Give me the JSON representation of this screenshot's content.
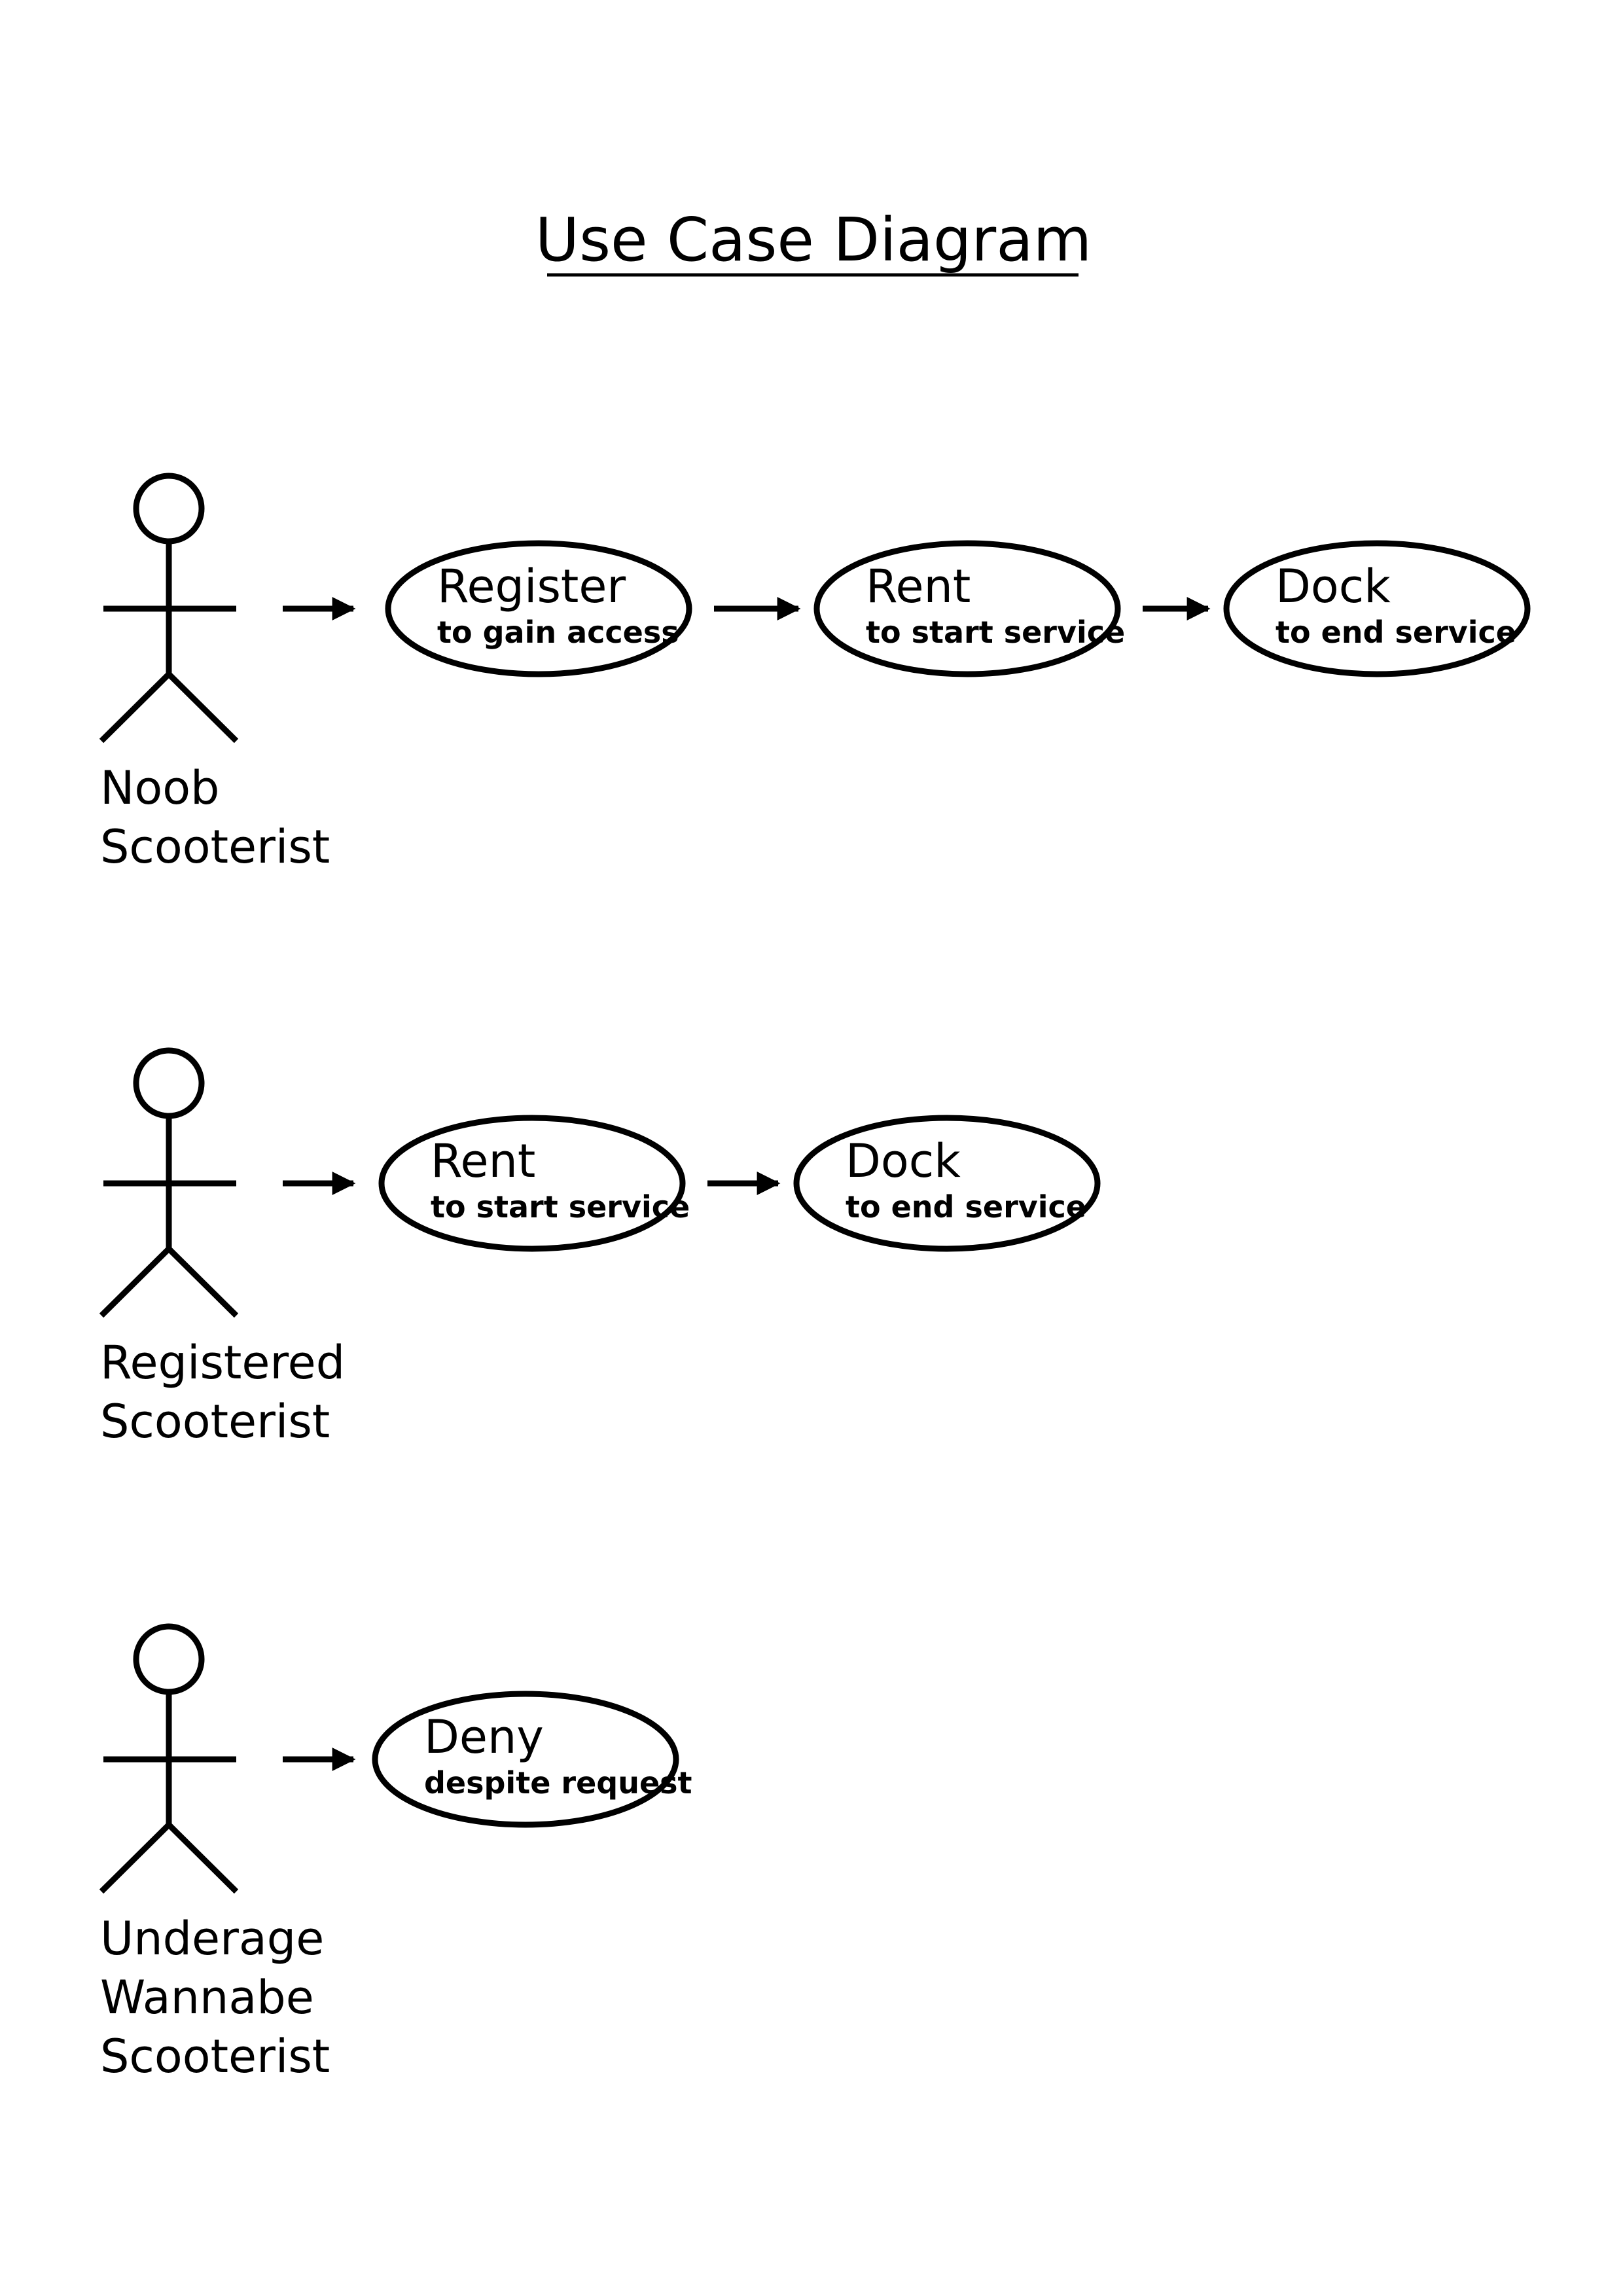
{
  "title": "Use Case Diagram",
  "actors": [
    {
      "name_lines": [
        "Noob",
        "Scooterist"
      ],
      "use_cases": [
        {
          "name": "Register",
          "detail": "to gain access"
        },
        {
          "name": "Rent",
          "detail": "to start service"
        },
        {
          "name": "Dock",
          "detail": "to end service"
        }
      ]
    },
    {
      "name_lines": [
        "Registered",
        "Scooterist"
      ],
      "use_cases": [
        {
          "name": "Rent",
          "detail": "to start service"
        },
        {
          "name": "Dock",
          "detail": "to end service"
        }
      ]
    },
    {
      "name_lines": [
        "Underage",
        "Wannabe",
        "Scooterist"
      ],
      "use_cases": [
        {
          "name": "Deny",
          "detail": "despite request"
        }
      ]
    }
  ]
}
